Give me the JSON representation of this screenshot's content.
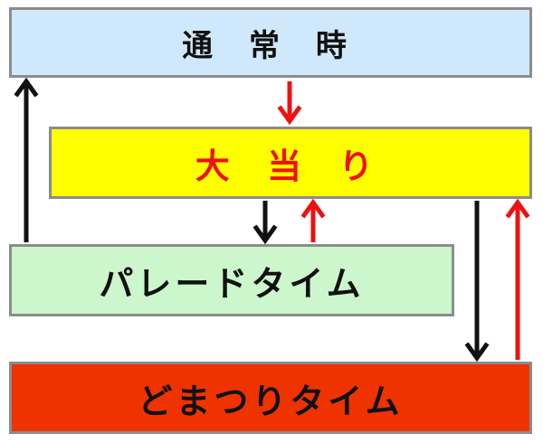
{
  "diagram": {
    "boxes": {
      "normal": {
        "label": "通 常 時",
        "color": "#cfe8fb"
      },
      "jackpot": {
        "label": "大 当 り",
        "color": "#ffff00",
        "text_color": "#ee1111"
      },
      "parade": {
        "label": "パレードタイム",
        "color": "#ccf7cc"
      },
      "domatsuri": {
        "label": "どまつりタイム",
        "color": "#ee3300"
      }
    },
    "arrow_colors": {
      "black": "#111111",
      "red": "#ee1111"
    },
    "transitions": [
      {
        "from": "normal",
        "to": "jackpot",
        "color": "red"
      },
      {
        "from": "jackpot",
        "to": "parade",
        "color": "black"
      },
      {
        "from": "parade",
        "to": "jackpot",
        "color": "red"
      },
      {
        "from": "parade",
        "to": "normal",
        "color": "black"
      },
      {
        "from": "jackpot",
        "to": "domatsuri",
        "color": "black"
      },
      {
        "from": "domatsuri",
        "to": "jackpot",
        "color": "red"
      }
    ]
  }
}
